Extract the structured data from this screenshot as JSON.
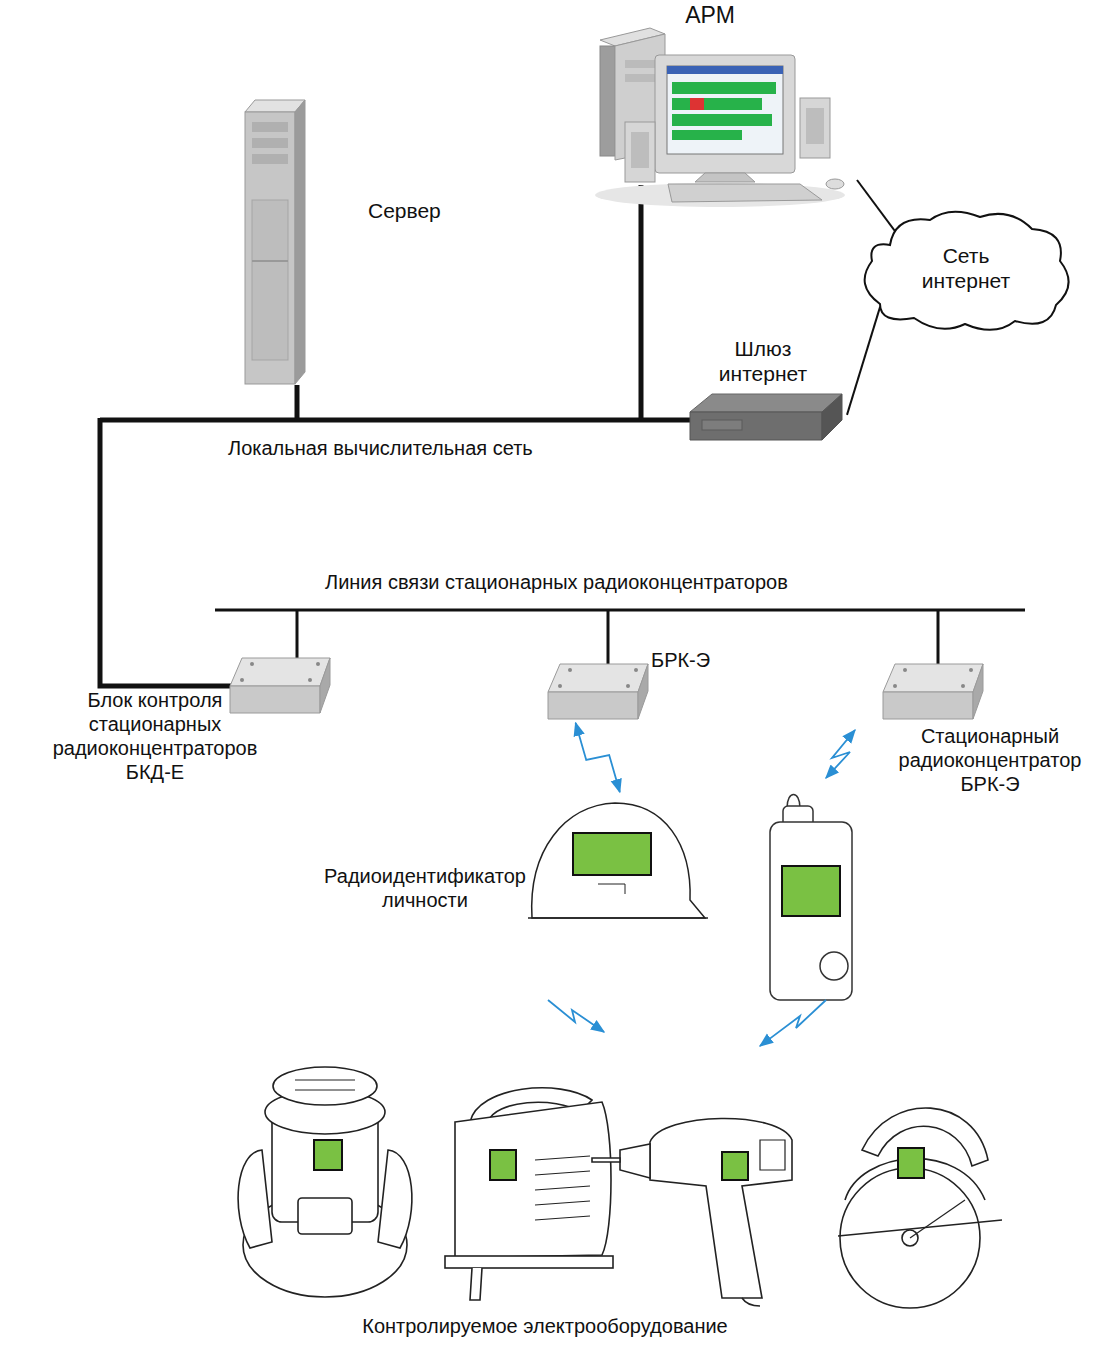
{
  "diagram": {
    "nodes": [
      {
        "text": [
          "АРМ"
        ]
      },
      {
        "text": [
          "Сервер"
        ]
      },
      {
        "text": [
          "Сеть интернет"
        ]
      },
      {
        "text": [
          "Шлюз интернет"
        ]
      },
      {
        "text": [
          "Блок контроля стационарных радиоконцентраторов БКД-Е"
        ]
      },
      {
        "text": [
          "БРК-Э"
        ]
      },
      {
        "text": [
          "Стационарный радиоконцентратор БРК-Э"
        ]
      },
      {
        "text": [
          "Радиоидентификатор личности"
        ]
      }
    ],
    "edges": [
      {
        "from": 0,
        "to": 2,
        "arrow": "none"
      },
      {
        "from": 2,
        "to": 3,
        "arrow": "none"
      },
      {
        "from": 5,
        "to": 7,
        "arrow": "both"
      }
    ],
    "labels": [
      "Локальная вычислительная сеть",
      "Линия связи стационарных радиоконцентраторов",
      "Контролируемое электрооборудование"
    ]
  }
}
